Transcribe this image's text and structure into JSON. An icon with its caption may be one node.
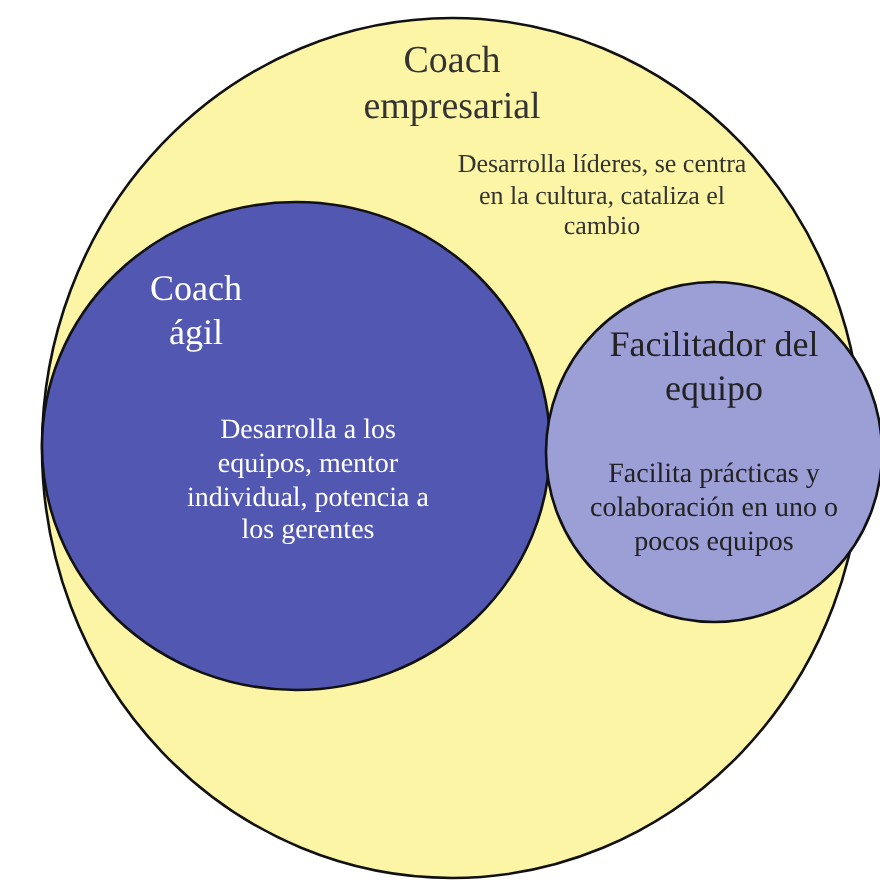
{
  "diagram": {
    "nodes": [
      {
        "text": [
          "Coach empresarial",
          "Desarrolla líderes, se centra en la cultura, cataliza el cambio"
        ]
      },
      {
        "text": [
          "Coach ágil",
          "Desarrolla a los equipos, mentor individual, potencia a los gerentes"
        ],
        "in": 0
      },
      {
        "text": [
          "Facilitador del equipo",
          "Facilita prácticas y colaboración en uno o pocos equipos"
        ],
        "in": 0
      }
    ],
    "edges": []
  }
}
